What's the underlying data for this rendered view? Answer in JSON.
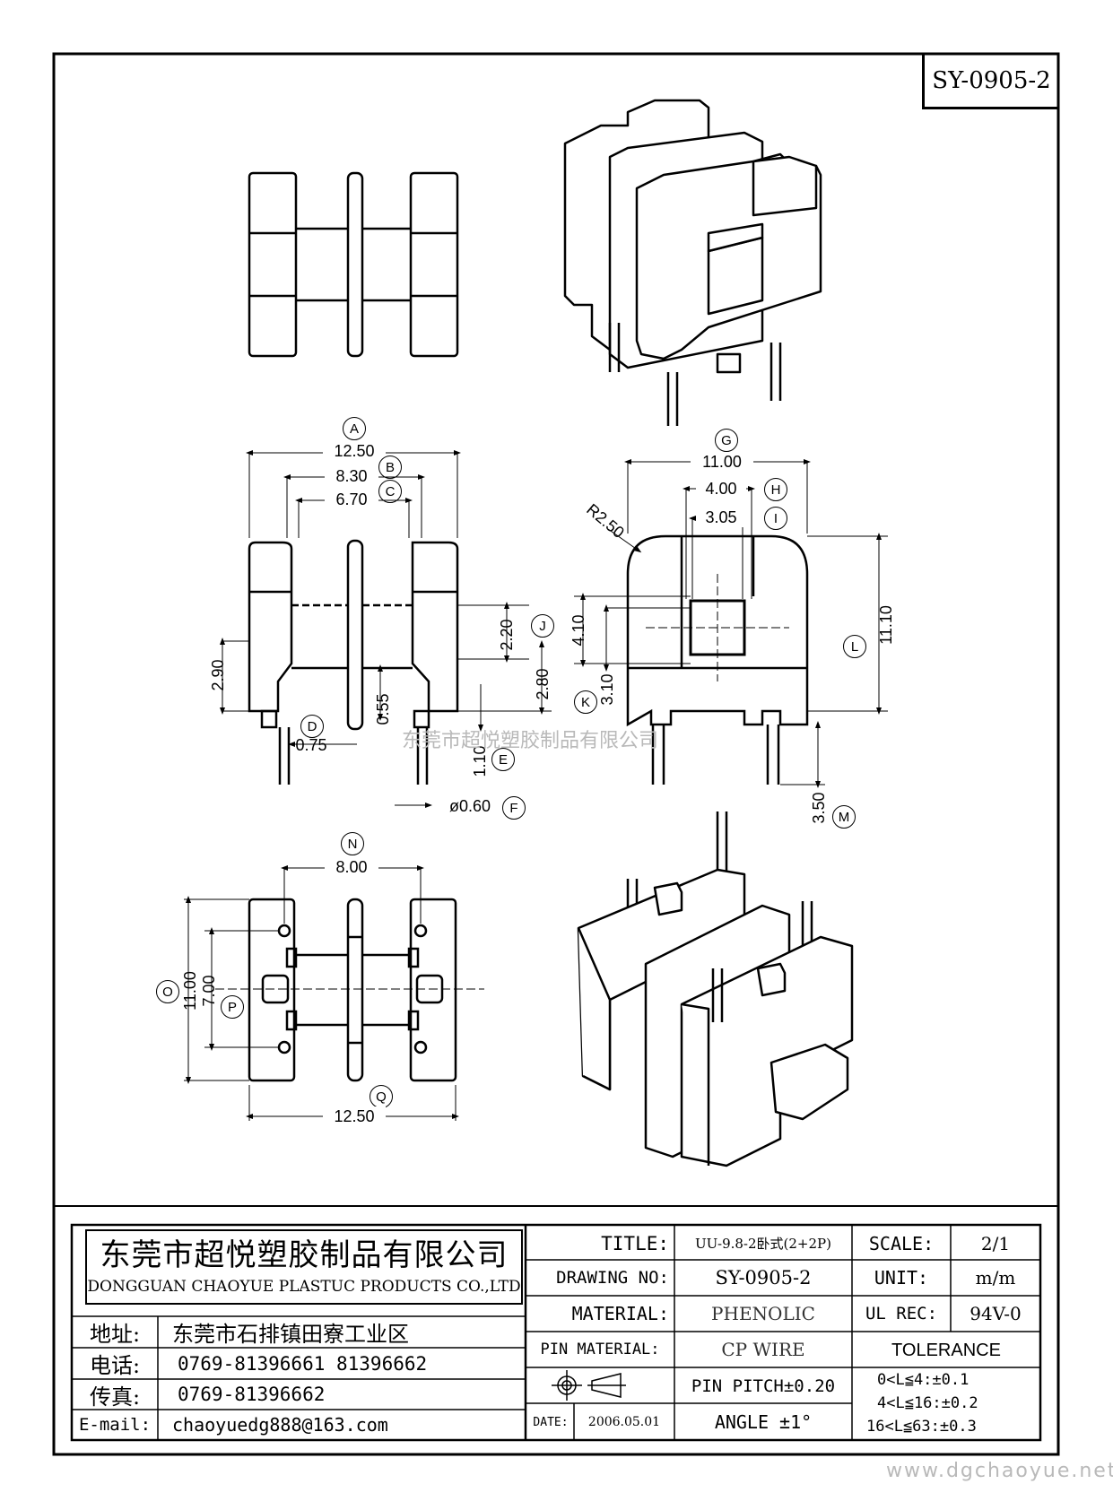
{
  "drawing_code": "SY-0905-2",
  "watermark_center": "东莞市超悦塑胶制品有限公司",
  "watermark_url": "www.dgchaoyue.net",
  "dimensions": {
    "A": "A",
    "A_value": "12.50",
    "B": "B",
    "B_value": "8.30",
    "C": "C",
    "C_value": "6.70",
    "D": "D",
    "D_value": "0.75",
    "E": "E",
    "E_value": "1.10",
    "F": "F",
    "F_value": "ø0.60",
    "G": "G",
    "G_value": "11.00",
    "H": "H",
    "H_value": "4.00",
    "I": "I",
    "I_value": "3.05",
    "J": "J",
    "J_value": "2.20",
    "K": "K",
    "K_value": "3.10",
    "L": "L",
    "L_value": "11.10",
    "M": "M",
    "M_value": "3.50",
    "N": "N",
    "N_value": "8.00",
    "O": "O",
    "O_value": "11.00",
    "P": "P",
    "P_value": "7.00",
    "Q": "Q",
    "Q_value": "12.50",
    "R_value": "R2.50",
    "h290": "2.90",
    "h280": "2.80",
    "h055": "0.55",
    "h410": "4.10"
  },
  "company": {
    "name_cn": "东莞市超悦塑胶制品有限公司",
    "name_en": "DONGGUAN CHAOYUE PLASTUC PRODUCTS CO.,LTD",
    "address_label": "地址:",
    "address": "东莞市石排镇田寮工业区",
    "phone_label": "电话:",
    "phone": "0769-81396661   81396662",
    "fax_label": "传真:",
    "fax": "0769-81396662",
    "email_label": "E-mail:",
    "email": "chaoyuedg888@163.com"
  },
  "title_block": {
    "title_label": "TITLE:",
    "title_value": "UU-9.8-2卧式(2+2P)",
    "drawing_no_label": "DRAWING NO:",
    "drawing_no_value": "SY-0905-2",
    "material_label": "MATERIAL:",
    "material_value": "PHENOLIC",
    "pin_material_label": "PIN MATERIAL:",
    "pin_material_value": "CP WIRE",
    "date_label": "DATE:",
    "date_value": "2006.05.01",
    "pin_pitch": "PIN PITCH±0.20",
    "angle": "ANGLE  ±1°",
    "scale_label": "SCALE:",
    "scale_value": "2/1",
    "unit_label": "UNIT:",
    "unit_value": "m/m",
    "ul_label": "UL REC:",
    "ul_value": "94V-0",
    "tolerance_label": "TOLERANCE",
    "tolerances": [
      "0<L≦4:±0.1",
      "4<L≦16:±0.2",
      "16<L≦63:±0.3"
    ]
  }
}
